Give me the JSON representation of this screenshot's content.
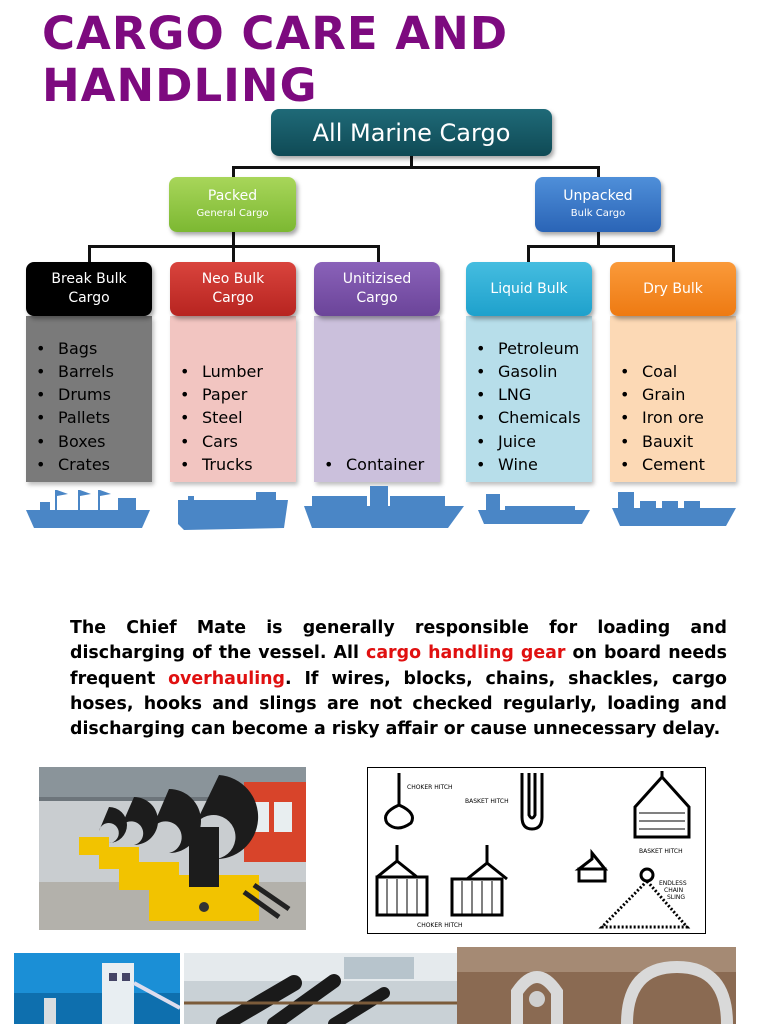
{
  "title": {
    "line1": "CARGO CARE AND",
    "line2": "HANDLING"
  },
  "diagram": {
    "root": "All Marine Cargo",
    "packed": {
      "label": "Packed",
      "sub": "General Cargo"
    },
    "unpacked": {
      "label": "Unpacked",
      "sub": "Bulk Cargo"
    },
    "categories": [
      {
        "line1": "Break Bulk",
        "line2": "Cargo",
        "items": [
          "Bags",
          "Barrels",
          "Drums",
          "Pallets",
          "Boxes",
          "Crates"
        ]
      },
      {
        "line1": "Neo Bulk",
        "line2": "Cargo",
        "items": [
          "Lumber",
          "Paper",
          "Steel",
          "Cars",
          "Trucks"
        ]
      },
      {
        "line1": "Unitizised",
        "line2": "Cargo",
        "items": [
          "Container"
        ]
      },
      {
        "line1": "Liquid Bulk",
        "line2": "",
        "items": [
          "Petroleum",
          "Gasolin",
          "LNG",
          "Chemicals",
          "Juice",
          "Wine"
        ]
      },
      {
        "line1": "Dry Bulk",
        "line2": "",
        "items": [
          "Coal",
          "Grain",
          "Iron ore",
          "Bauxit",
          "Cement"
        ]
      }
    ]
  },
  "paragraph": {
    "p1": "The Chief Mate is generally responsible for loading and discharging of the vessel. All ",
    "red1": "cargo handling gear",
    "p2": " on board needs frequent ",
    "red2": "overhauling",
    "p3": ". If wires, blocks, chains, shackles, cargo hoses, hooks and slings are not checked regularly, loading and discharging can become a risky affair or cause unnecessary delay."
  },
  "hitch_labels": {
    "choker1": "CHOKER HITCH",
    "basket1": "BASKET HITCH",
    "basket2": "BASKET HITCH",
    "endless1": "ENDLESS",
    "endless2": "CHAIN",
    "endless3": "SLING",
    "choker2": "CHOKER HITCH"
  },
  "colors": {
    "title": "#7d0a7f",
    "ship": "#4a86c6",
    "highlight": "#e01010"
  }
}
